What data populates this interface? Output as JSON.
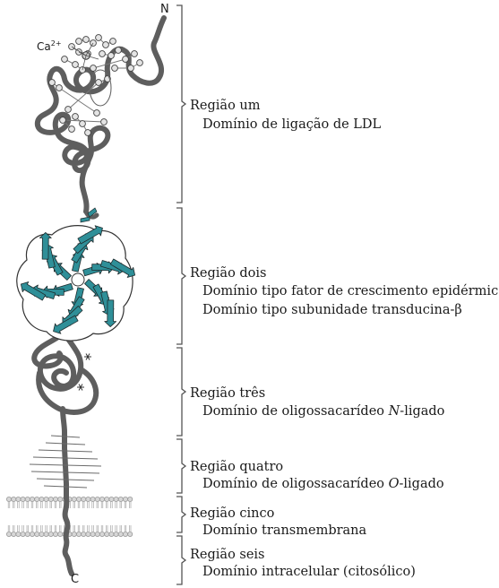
{
  "terminals": {
    "n": "N",
    "c": "C"
  },
  "ion_label": {
    "base": "Ca",
    "sup": "2+"
  },
  "regions": [
    {
      "title": "Região um",
      "lines": [
        {
          "text": "Domínio de ligação de LDL"
        }
      ]
    },
    {
      "title": "Região dois",
      "lines": [
        {
          "text": "Domínio tipo fator de crescimento epidérmico"
        },
        {
          "text": "Domínio tipo subunidade transducina-β"
        }
      ]
    },
    {
      "title": "Região três",
      "lines": [
        {
          "before": "Domínio de oligossacarídeo ",
          "em": "N",
          "after": "-ligado"
        }
      ]
    },
    {
      "title": "Região quatro",
      "lines": [
        {
          "before": "Domínio de oligossacarídeo ",
          "em": "O",
          "after": "-ligado"
        }
      ]
    },
    {
      "title": "Região cinco",
      "lines": [
        {
          "text": "Domínio transmembrana"
        }
      ]
    },
    {
      "title": "Região seis",
      "lines": [
        {
          "text": "Domínio intracelular (citosólico)"
        }
      ]
    }
  ],
  "colors": {
    "backbone": "#5e5e5e",
    "strand": "#2f8f98",
    "bracket": "#555555",
    "lipid": "#9a9a9a"
  }
}
